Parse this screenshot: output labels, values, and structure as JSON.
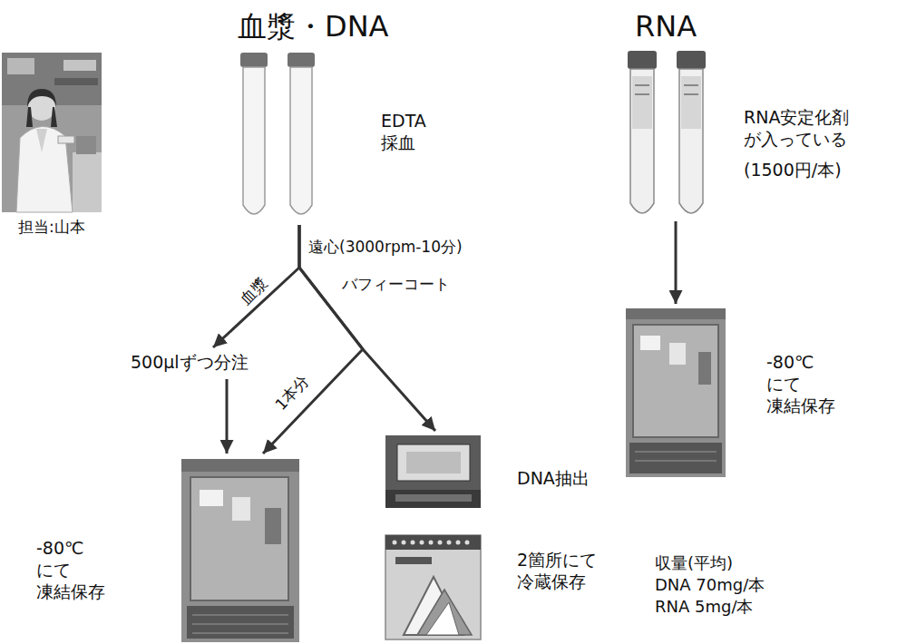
{
  "diagram": {
    "nodes": [
      {
        "text": [
          "EDTA 採血"
        ]
      },
      {
        "text": [
          "500μlずつ分注"
        ]
      },
      {
        "text": [
          "-80℃にて 凍結保存"
        ]
      },
      {
        "text": [
          "DNA抽出"
        ]
      },
      {
        "text": [
          "2箇所にて 冷蔵保存"
        ]
      },
      {
        "text": [
          "RNA安定化剤 が入っている",
          "(1500円/本)"
        ]
      },
      {
        "text": [
          "-80℃にて 凍結保存"
        ]
      }
    ],
    "edges": [
      {
        "from": 0,
        "to": 1,
        "arrow": "to",
        "label": "血漿"
      },
      {
        "from": 0,
        "to": 2,
        "arrow": "to",
        "label": "1本分"
      },
      {
        "from": 0,
        "to": 3,
        "arrow": "to",
        "label": "バフィーコート"
      },
      {
        "from": 1,
        "to": 2,
        "arrow": "to"
      },
      {
        "from": 5,
        "to": 6,
        "arrow": "to"
      }
    ],
    "labels": [
      "血漿・DNA",
      "RNA",
      "担当:山本",
      "遠心(3000rpm-10分)",
      "収量(平均)",
      "DNA 70mg/本",
      "RNA 5mg/本"
    ]
  }
}
